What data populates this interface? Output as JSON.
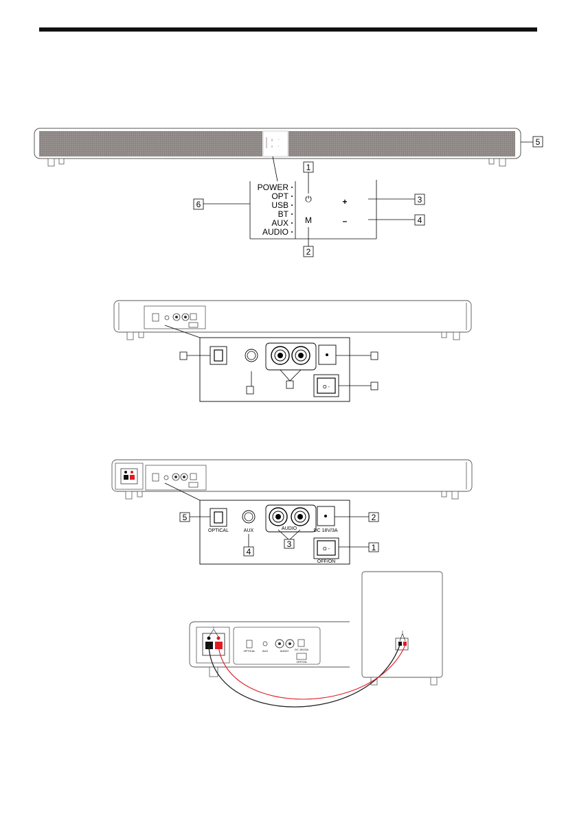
{
  "panel": {
    "indicators": [
      "POWER",
      "OPT",
      "USB",
      "BT",
      "AUX",
      "AUDIO"
    ],
    "power_symbol": "⏻",
    "mode_label": "M",
    "plus_label": "+",
    "minus_label": "–"
  },
  "callouts": {
    "front": [
      "1",
      "2",
      "3",
      "4",
      "5",
      "6"
    ],
    "rear_detail": [
      "5",
      "4",
      "3",
      "2",
      "1"
    ],
    "wiring": [
      "1",
      "2"
    ]
  },
  "jack_labels": {
    "optical": "OPTICAL",
    "aux": "AUX",
    "audio": "AUDIO",
    "dc": "DC 18V/3A",
    "switch": "OFF/ON",
    "switch_glyph": "O -"
  }
}
